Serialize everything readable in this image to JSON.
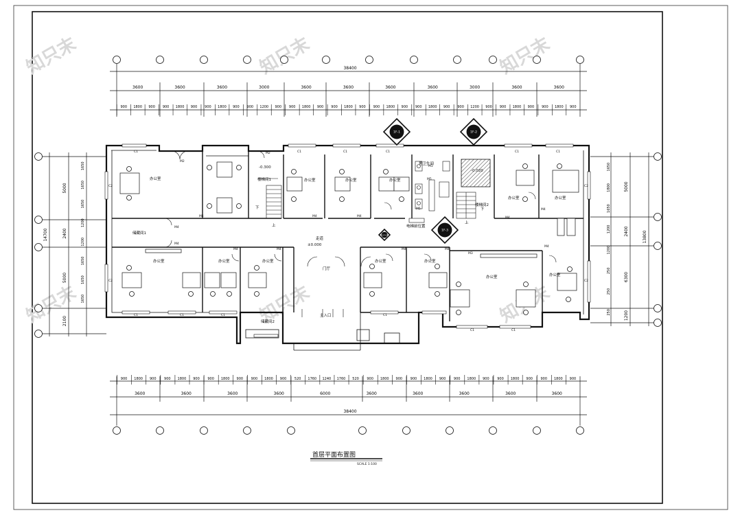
{
  "drawing": {
    "title": "首层平面布置图",
    "scale": "SCALE  1:100"
  },
  "watermark": "知只末",
  "dimensions": {
    "total": "38400",
    "top_bays": [
      "3600",
      "3600",
      "3600",
      "3000",
      "3600",
      "3600",
      "3600",
      "3600",
      "3000",
      "3600",
      "3600"
    ],
    "top_sub": [
      "900",
      "1800",
      "900",
      "900",
      "1800",
      "900",
      "900",
      "1800",
      "900",
      "900",
      "1200",
      "900",
      "900",
      "1800",
      "900",
      "900",
      "1800",
      "900",
      "900",
      "1800",
      "900",
      "900",
      "1800",
      "900",
      "900",
      "1200",
      "900",
      "900",
      "1800",
      "900",
      "900",
      "1800",
      "900"
    ],
    "bottom_bays": [
      "3600",
      "3600",
      "3600",
      "3600",
      "6000",
      "3600",
      "3600",
      "3600",
      "3600",
      "3600"
    ],
    "bottom_sub": [
      "900",
      "1800",
      "900",
      "900",
      "1800",
      "900",
      "900",
      "1800",
      "900",
      "900",
      "1800",
      "900",
      "520",
      "1760",
      "1240",
      "1760",
      "520",
      "900",
      "1800",
      "900",
      "900",
      "1800",
      "900",
      "900",
      "1800",
      "900",
      "900",
      "1800",
      "900",
      "900",
      "1800",
      "900"
    ],
    "left": [
      "5000",
      "2400",
      "5000",
      "2100"
    ],
    "left_total": "14700",
    "left_sub": [
      "1650",
      "1650",
      "1650",
      "1200",
      "1200",
      "1650",
      "1650",
      "1650"
    ],
    "right": [
      "5000",
      "2400",
      "6300",
      "1200"
    ],
    "right_total": "13800",
    "right_sub": [
      "1650",
      "1800",
      "1650",
      "1200",
      "1200",
      "250",
      "250",
      "250"
    ]
  },
  "rooms": {
    "office": "办公室",
    "corridor": "走道",
    "stair1": "楼梯间1",
    "stair2": "楼梯间2",
    "storage1": "储藏间1",
    "storage2": "储藏间2",
    "restroom": "男卫生间",
    "electric": "电梯前位置",
    "main_entrance": "主入口",
    "lobby": "门厅",
    "up": "上",
    "down": "下"
  },
  "elevations": {
    "floor": "±0.000",
    "stair_landing": "-0.300",
    "wc": "-0.020"
  },
  "doors": {
    "M1": "M1",
    "M2": "M2",
    "M3": "M3",
    "M4": "M4",
    "M5": "M5",
    "C1": "C1",
    "C2": "C2"
  },
  "section_marks": [
    "1F-1",
    "1F-2",
    "1F-3",
    "1F-4"
  ]
}
